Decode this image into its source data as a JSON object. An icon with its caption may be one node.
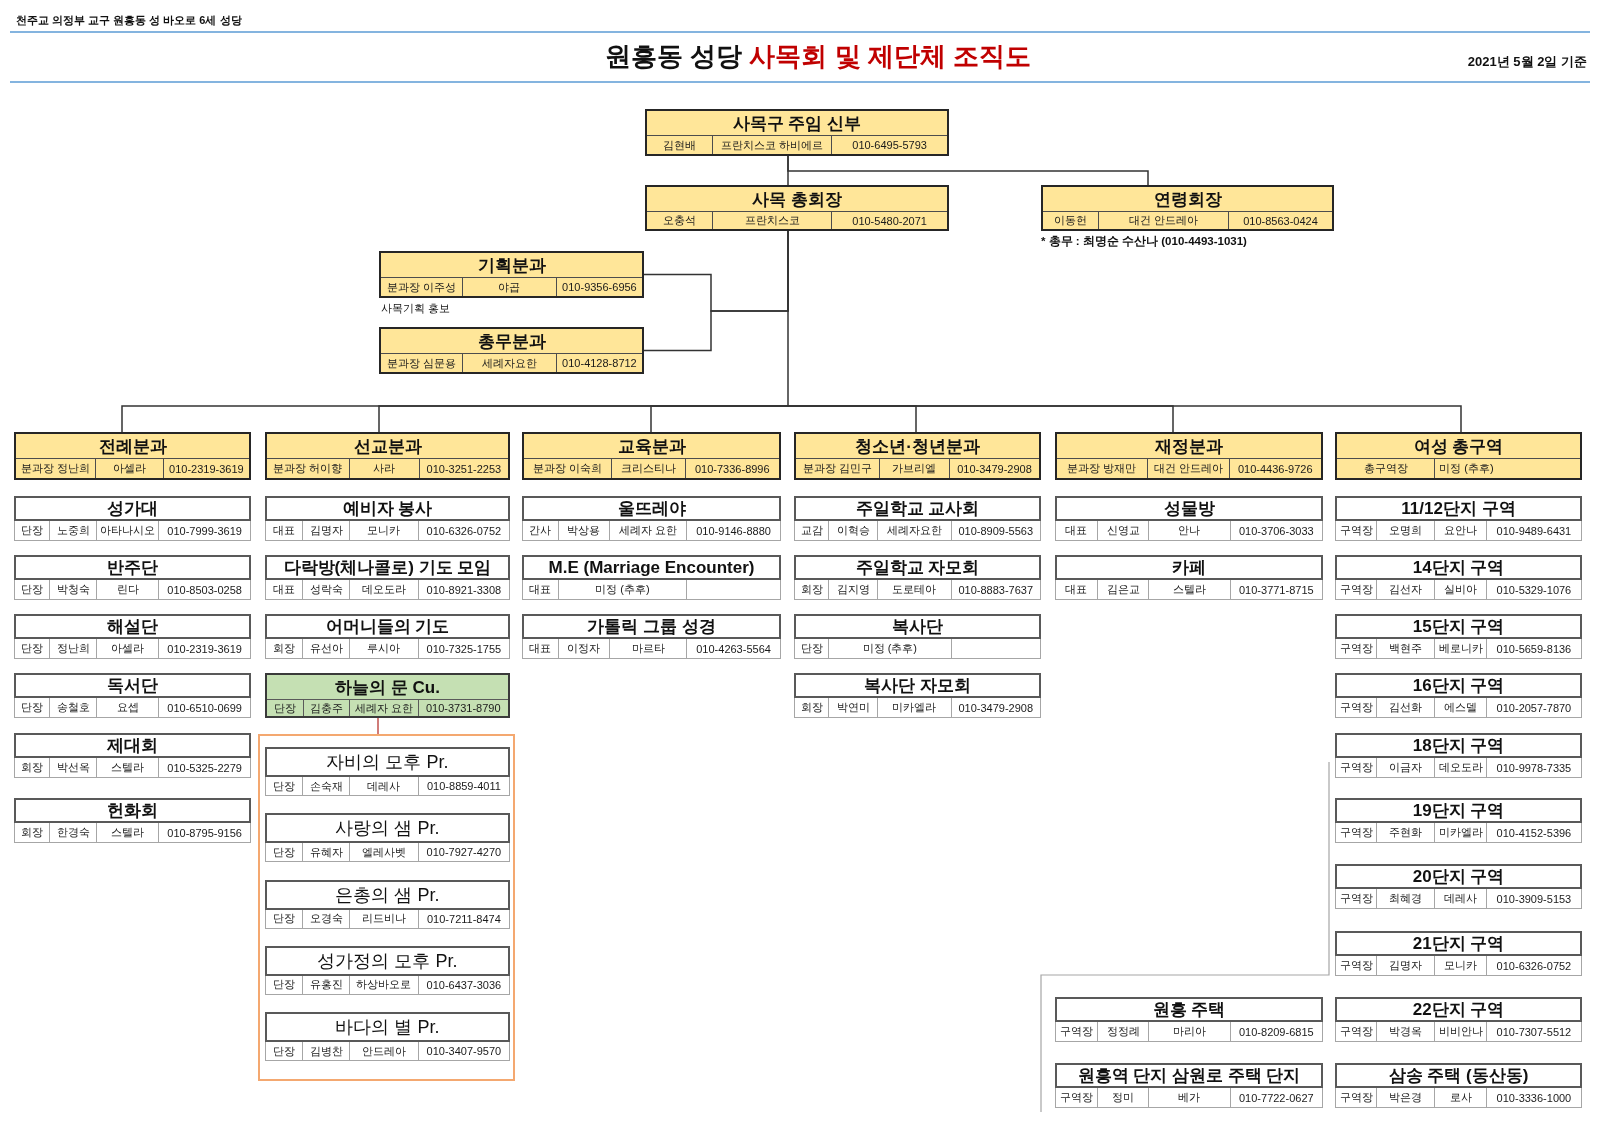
{
  "diagram": {
    "title": "원흥동 성당 사목회 및 제단체 조직도",
    "nodes": [
      {
        "text": [
          "사목구 주임 신부",
          "김현배",
          "프란치스코 하비에르",
          "010-6495-5793"
        ]
      },
      {
        "text": [
          "사목 총회장",
          "오충석",
          "프란치스코",
          "010-5480-2071"
        ]
      },
      {
        "text": [
          "연령회장",
          "이동헌",
          "대건 안드레아",
          "010-8563-0424"
        ],
        "beside": [
          "* 총무 : 최명순 수산나 (010-4493-1031)"
        ]
      },
      {
        "text": [
          "기획분과",
          "분과장 이주성",
          "야곱",
          "010-9356-6956"
        ],
        "beside": [
          "사목기획 홍보"
        ]
      },
      {
        "text": [
          "총무분과",
          "분과장 심문용",
          "세례자요한",
          "010-4128-8712"
        ]
      },
      {
        "text": [
          "전례분과",
          "분과장 정난희",
          "아셀라",
          "010-2319-3619"
        ]
      },
      {
        "text": [
          "선교분과",
          "분과장 허이향",
          "사라",
          "010-3251-2253"
        ]
      },
      {
        "text": [
          "교육분과",
          "분과장 이숙희",
          "크리스티나",
          "010-7336-8996"
        ]
      },
      {
        "text": [
          "청소년·청년분과",
          "분과장 김민구",
          "가브리엘",
          "010-3479-2908"
        ]
      },
      {
        "text": [
          "재정분과",
          "분과장 방재만",
          "대건 안드레아",
          "010-4436-9726"
        ]
      },
      {
        "text": [
          "여성 총구역",
          "총구역장",
          "미정 (추후)"
        ]
      },
      {
        "text": [
          "성가대",
          "단장",
          "노중희",
          "아타나시오",
          "010-7999-3619"
        ]
      },
      {
        "text": [
          "반주단",
          "단장",
          "박청숙",
          "린다",
          "010-8503-0258"
        ]
      },
      {
        "text": [
          "해설단",
          "단장",
          "정난희",
          "아셀라",
          "010-2319-3619"
        ]
      },
      {
        "text": [
          "독서단",
          "단장",
          "송철호",
          "요셉",
          "010-6510-0699"
        ]
      },
      {
        "text": [
          "제대회",
          "회장",
          "박선옥",
          "스텔라",
          "010-5325-2279"
        ]
      },
      {
        "text": [
          "헌화회",
          "회장",
          "한경숙",
          "스텔라",
          "010-8795-9156"
        ]
      },
      {
        "text": [
          "예비자 봉사",
          "대표",
          "김명자",
          "모니카",
          "010-6326-0752"
        ]
      },
      {
        "text": [
          "다락방(체나콜로) 기도 모임",
          "대표",
          "성락숙",
          "데오도라",
          "010-8921-3308"
        ]
      },
      {
        "text": [
          "어머니들의 기도",
          "회장",
          "유선아",
          "루시아",
          "010-7325-1755"
        ]
      },
      {
        "text": [
          "하늘의 문 Cu.",
          "단장",
          "김충주",
          "세례자 요한",
          "010-3731-8790"
        ]
      },
      {
        "text": [],
        "shape": "box"
      },
      {
        "text": [
          "자비의 모후 Pr.",
          "단장",
          "손숙재",
          "데레사",
          "010-8859-4011"
        ],
        "in": 21
      },
      {
        "text": [
          "사랑의 샘 Pr.",
          "단장",
          "유혜자",
          "엘레사벳",
          "010-7927-4270"
        ],
        "in": 21
      },
      {
        "text": [
          "은총의 샘 Pr.",
          "단장",
          "오경숙",
          "리드비나",
          "010-7211-8474"
        ],
        "in": 21
      },
      {
        "text": [
          "성가정의 모후 Pr.",
          "단장",
          "유홍진",
          "하상바오로",
          "010-6437-3036"
        ],
        "in": 21
      },
      {
        "text": [
          "바다의 별 Pr.",
          "단장",
          "김병찬",
          "안드레아",
          "010-3407-9570"
        ],
        "in": 21
      },
      {
        "text": [
          "울뜨레야",
          "간사",
          "박상용",
          "세례자 요한",
          "010-9146-8880"
        ]
      },
      {
        "text": [
          "M.E (Marriage Encounter)",
          "대표",
          "미정 (추후)"
        ]
      },
      {
        "text": [
          "가톨릭 그룹 성경",
          "대표",
          "이정자",
          "마르타",
          "010-4263-5564"
        ]
      },
      {
        "text": [
          "주일학교 교사회",
          "교감",
          "이혁승",
          "세례자요한",
          "010-8909-5563"
        ]
      },
      {
        "text": [
          "주일학교 자모회",
          "회장",
          "김지영",
          "도로테아",
          "010-8883-7637"
        ]
      },
      {
        "text": [
          "복사단",
          "단장",
          "미정 (추후)"
        ]
      },
      {
        "text": [
          "복사단 자모회",
          "회장",
          "박연미",
          "미카엘라",
          "010-3479-2908"
        ]
      },
      {
        "text": [
          "성물방",
          "대표",
          "신영교",
          "안나",
          "010-3706-3033"
        ]
      },
      {
        "text": [
          "카페",
          "대표",
          "김은교",
          "스텔라",
          "010-3771-8715"
        ]
      },
      {
        "text": [
          "11/12단지 구역",
          "구역장",
          "오명희",
          "요안나",
          "010-9489-6431"
        ]
      },
      {
        "text": [
          "14단지 구역",
          "구역장",
          "김선자",
          "실비아",
          "010-5329-1076"
        ]
      },
      {
        "text": [
          "15단지 구역",
          "구역장",
          "백현주",
          "베로니카",
          "010-5659-8136"
        ]
      },
      {
        "text": [
          "16단지 구역",
          "구역장",
          "김선화",
          "에스델",
          "010-2057-7870"
        ]
      },
      {
        "text": [
          "18단지 구역",
          "구역장",
          "이금자",
          "데오도라",
          "010-9978-7335"
        ]
      },
      {
        "text": [
          "19단지 구역",
          "구역장",
          "주현화",
          "미카엘라",
          "010-4152-5396"
        ]
      },
      {
        "text": [
          "20단지 구역",
          "구역장",
          "최혜경",
          "데레사",
          "010-3909-5153"
        ]
      },
      {
        "text": [
          "21단지 구역",
          "구역장",
          "김명자",
          "모니카",
          "010-6326-0752"
        ]
      },
      {
        "text": [
          "원흥 주택",
          "구역장",
          "정정례",
          "마리아",
          "010-8209-6815"
        ]
      },
      {
        "text": [
          "22단지 구역",
          "구역장",
          "박경옥",
          "비비안나",
          "010-7307-5512"
        ]
      },
      {
        "text": [
          "원흥역 단지 삼원로 주택 단지",
          "구역장",
          "정미",
          "베가",
          "010-7722-0627"
        ]
      },
      {
        "text": [
          "삼송 주택 (동산동)",
          "구역장",
          "박은경",
          "로사",
          "010-3336-1000"
        ]
      }
    ],
    "edges": [
      {
        "from": 0,
        "to": 1,
        "arrow": "none"
      },
      {
        "from": 0,
        "to": 2,
        "arrow": "none"
      },
      {
        "from": 1,
        "to": 3,
        "arrow": "none"
      },
      {
        "from": 1,
        "to": 4,
        "arrow": "none"
      },
      {
        "from": 1,
        "to": 5,
        "arrow": "none"
      },
      {
        "from": 1,
        "to": 6,
        "arrow": "none"
      },
      {
        "from": 1,
        "to": 7,
        "arrow": "none"
      },
      {
        "from": 1,
        "to": 8,
        "arrow": "none"
      },
      {
        "from": 1,
        "to": 9,
        "arrow": "none"
      },
      {
        "from": 1,
        "to": 10,
        "arrow": "none"
      },
      {
        "from": 20,
        "to": 21,
        "arrow": "none",
        "color": "#c0504d"
      }
    ],
    "labels": [
      "천주교 의정부 교구 원흥동 성 바오로 6세 성당",
      "2021년 5월 2일 기준"
    ]
  }
}
